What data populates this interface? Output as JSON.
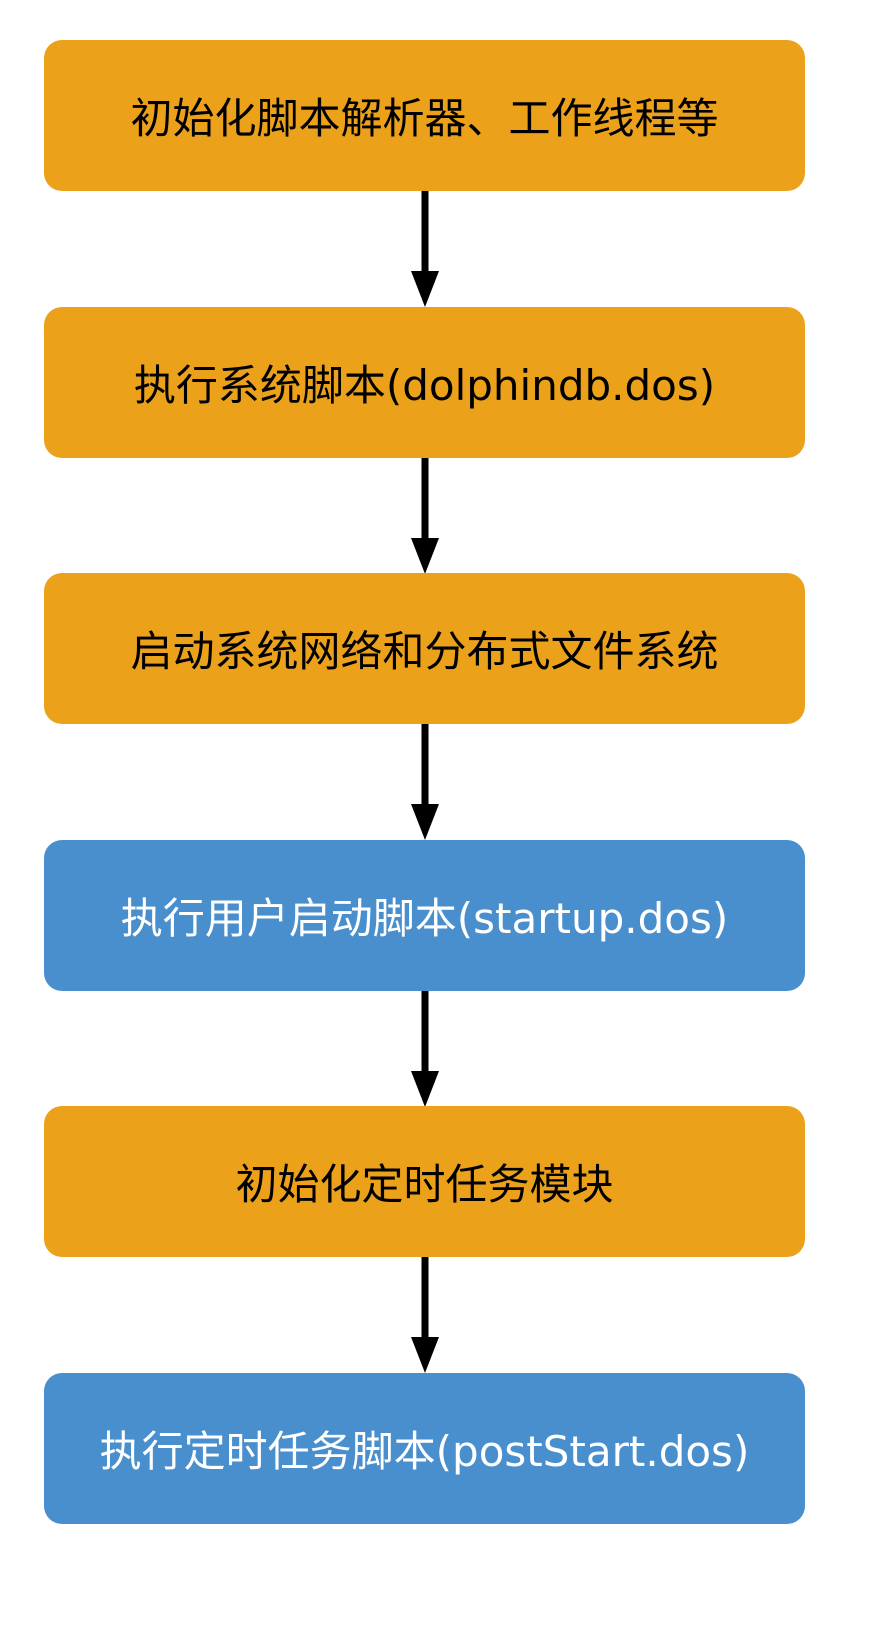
{
  "steps": [
    {
      "label": "初始化脚本解析器、工作线程等",
      "color": "#ECA11B"
    },
    {
      "label": "执行系统脚本(dolphindb.dos)",
      "color": "#ECA11B"
    },
    {
      "label": "启动系统网络和分布式文件系统",
      "color": "#ECA11B"
    },
    {
      "label": "执行用户启动脚本(startup.dos)",
      "color": "#4A8FCD"
    },
    {
      "label": "初始化定时任务模块",
      "color": "#ECA11B"
    },
    {
      "label": "执行定时任务脚本(postStart.dos)",
      "color": "#4A8FCD"
    }
  ],
  "colors": {
    "orange": "#ECA11B",
    "blue": "#4A8FCD",
    "arrow": "#000000"
  }
}
